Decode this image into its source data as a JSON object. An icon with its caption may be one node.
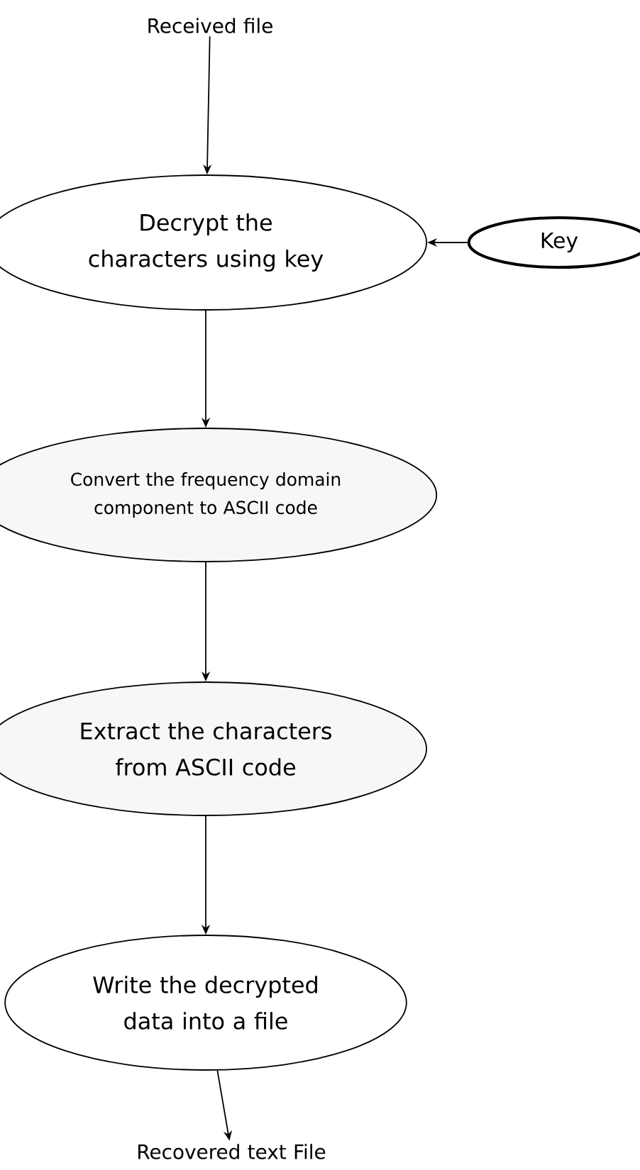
{
  "diagram": {
    "nodes": [
      {
        "text": [
          "Received file"
        ]
      },
      {
        "text": [
          "Decrypt the characters using key"
        ]
      },
      {
        "text": [
          "Key"
        ]
      },
      {
        "text": [
          "Convert the frequency domain component to ASCII code"
        ]
      },
      {
        "text": [
          "Extract the characters from ASCII code"
        ]
      },
      {
        "text": [
          "Write the decrypted data into a file"
        ]
      },
      {
        "text": [
          "Recovered text File"
        ]
      }
    ],
    "edges": [
      {
        "from": 0,
        "to": 1,
        "arrow": "to"
      },
      {
        "from": 2,
        "to": 1,
        "arrow": "to"
      },
      {
        "from": 1,
        "to": 3,
        "arrow": "to"
      },
      {
        "from": 3,
        "to": 4,
        "arrow": "to"
      },
      {
        "from": 4,
        "to": 5,
        "arrow": "to"
      },
      {
        "from": 5,
        "to": 6,
        "arrow": "to"
      }
    ]
  }
}
